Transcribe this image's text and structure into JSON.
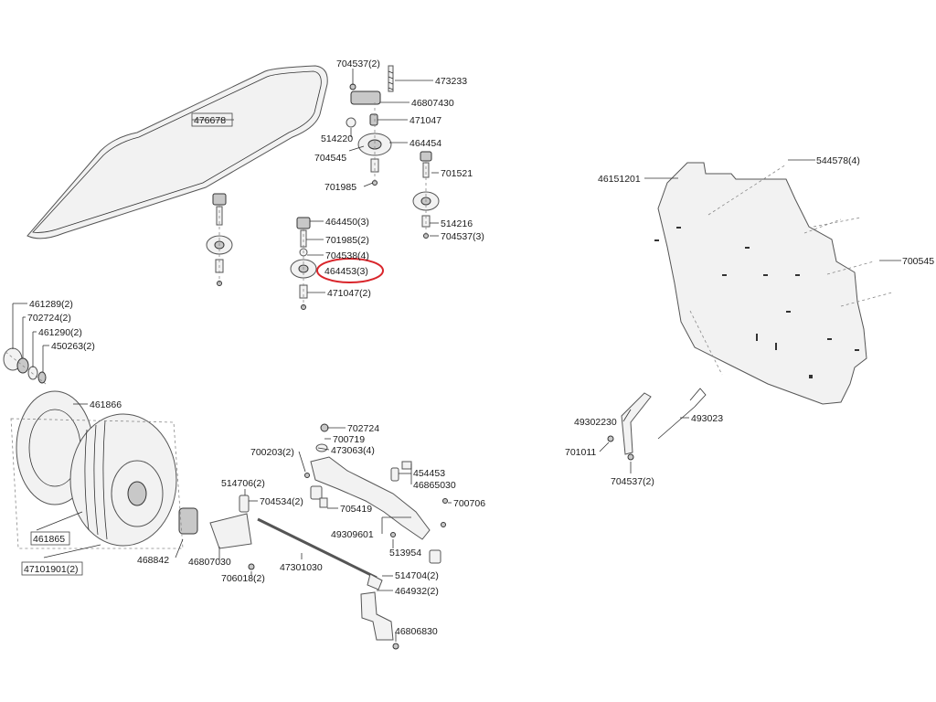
{
  "highlight_color": "#d9252b",
  "highlighted_part": "464453(3)",
  "labels": {
    "l01": "704537(2)",
    "l02": "473233",
    "l03": "46807430",
    "l04": "471047",
    "l05": "514220",
    "l06": "464454",
    "l07": "704545",
    "l08": "701521",
    "l09": "701985",
    "l10": "514216",
    "l11": "704537(3)",
    "l12": "476678",
    "l13": "464450(3)",
    "l14": "701985(2)",
    "l15": "704538(4)",
    "l16": "464453(3)",
    "l17": "471047(2)",
    "l18": "46151201",
    "l19": "544578(4)",
    "l20": "700545",
    "l21": "461289(2)",
    "l22": "702724(2)",
    "l23": "461290(2)",
    "l24": "450263(2)",
    "l25": "461866",
    "l26": "461865",
    "l27": "47101901(2)",
    "l28": "468842",
    "l29": "46807030",
    "l30": "706018(2)",
    "l31": "514706(2)",
    "l32": "704534(2)",
    "l33": "700203(2)",
    "l34": "702724",
    "l35": "700719",
    "l36": "473063(4)",
    "l37": "454453",
    "l38": "46865030",
    "l39": "700706",
    "l40": "705419",
    "l41": "49309601",
    "l42": "513954",
    "l43": "47301030",
    "l44": "514704(2)",
    "l45": "464932(2)",
    "l46": "46806830",
    "l47": "49302230",
    "l48": "493023",
    "l49": "701011",
    "l50": "704537(2)"
  }
}
